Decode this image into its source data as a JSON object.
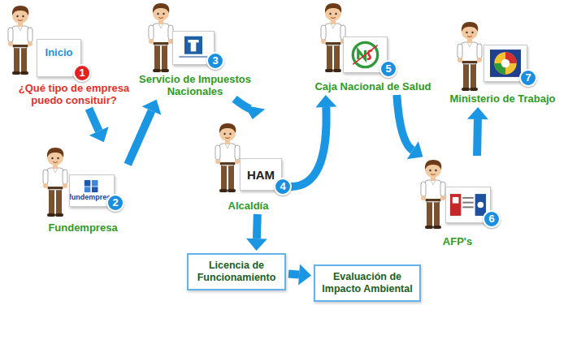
{
  "diagram": {
    "nodes": [
      {
        "text": [
          "Inicio",
          "¿Qué tipo de empresa puedo consituir?"
        ]
      },
      {
        "text": [
          "fundempresa",
          "Fundempresa"
        ]
      },
      {
        "text": [
          "Servicio de Impuestos Nacionales"
        ]
      },
      {
        "text": [
          "HAM",
          "Alcaldía"
        ]
      },
      {
        "text": [
          "Caja Nacional de Salud"
        ]
      },
      {
        "text": [
          "AFP's"
        ]
      },
      {
        "text": [
          "Ministerio de Trabajo"
        ]
      },
      {
        "text": [
          "Licencia de Funcionamiento"
        ]
      },
      {
        "text": [
          "Evaluación de Impacto Ambiental"
        ]
      }
    ],
    "edges": [
      {
        "from": 0,
        "to": 1,
        "arrow": "to"
      },
      {
        "from": 1,
        "to": 2,
        "arrow": "to"
      },
      {
        "from": 2,
        "to": 3,
        "arrow": "to"
      },
      {
        "from": 3,
        "to": 4,
        "arrow": "to"
      },
      {
        "from": 4,
        "to": 5,
        "arrow": "to"
      },
      {
        "from": 5,
        "to": 6,
        "arrow": "to"
      },
      {
        "from": 3,
        "to": 7,
        "arrow": "to"
      },
      {
        "from": 7,
        "to": 8,
        "arrow": "to"
      }
    ],
    "labels": [
      "1",
      "2",
      "3",
      "4",
      "5",
      "6",
      "7"
    ]
  }
}
